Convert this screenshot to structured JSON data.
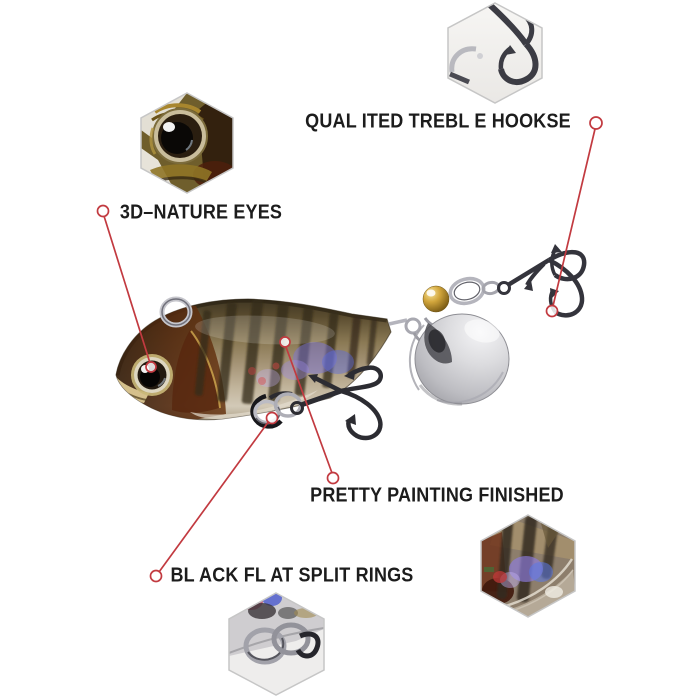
{
  "callouts": [
    {
      "id": "treble-hooks",
      "label": "QUAL ITED TREBL E HOOKSE"
    },
    {
      "id": "nature-eyes",
      "label": "3D–NATURE EYES"
    },
    {
      "id": "painting",
      "label": "PRETTY PAINTING FINISHED"
    },
    {
      "id": "split-rings",
      "label": "BL ACK FL AT SPLIT RINGS"
    }
  ],
  "insets": [
    {
      "id": "treble-hook-closeup"
    },
    {
      "id": "eye-closeup"
    },
    {
      "id": "paint-pattern-closeup"
    },
    {
      "id": "split-rings-closeup"
    }
  ],
  "colors": {
    "annotation_red": "#c23a40",
    "label_text": "#1c1c1c",
    "hexagon_border": "#c6c6c6",
    "background": "#ffffff",
    "lure_body_dark": "#3b3220",
    "lure_body_tan": "#a8977a",
    "iridescent_purple": "#7a74d8",
    "gold_bead": "#d2a63c",
    "blade_silver": "#bdbdc2"
  }
}
